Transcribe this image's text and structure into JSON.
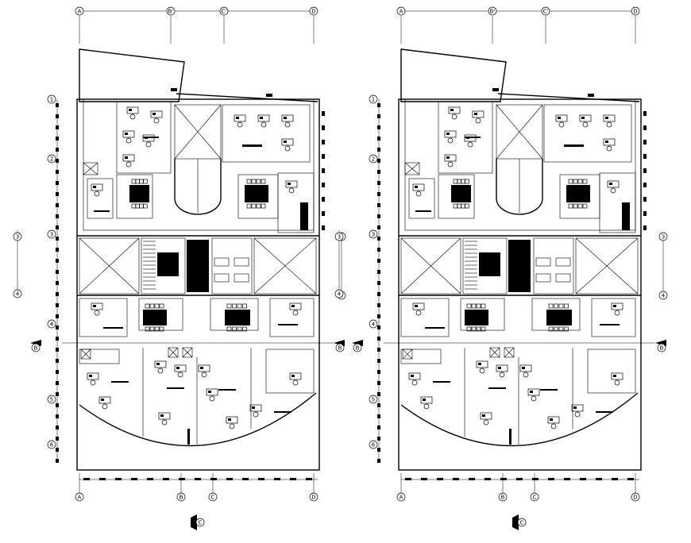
{
  "drawing": {
    "plans": [
      {
        "id": "plan-left",
        "grid_top": [
          "A",
          "B'",
          "C'",
          "D"
        ],
        "grid_bottom": [
          "A",
          "B",
          "C",
          "D"
        ],
        "grid_left": [
          "1",
          "2",
          "3",
          "4",
          "5",
          "6"
        ],
        "section_marks": [
          "B",
          "B"
        ],
        "view_marker": "C"
      },
      {
        "id": "plan-right",
        "grid_top": [
          "A",
          "B'",
          "C'",
          "D"
        ],
        "grid_bottom": [
          "A",
          "B",
          "C",
          "D"
        ],
        "grid_left": [
          "1",
          "2",
          "3",
          "4",
          "5",
          "6"
        ],
        "section_marks": [
          "B",
          "B"
        ],
        "view_marker": "C"
      }
    ],
    "colors": {
      "line": "#000000",
      "background": "#ffffff"
    }
  }
}
